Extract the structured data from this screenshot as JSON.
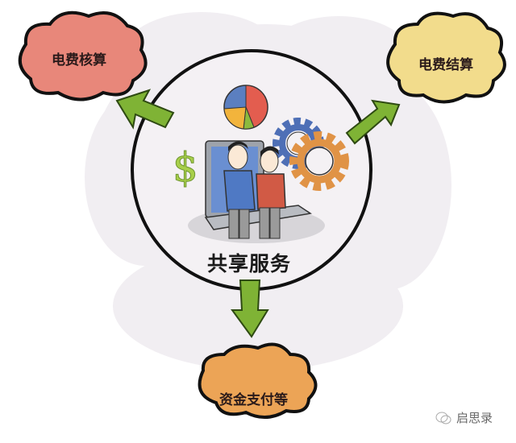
{
  "diagram": {
    "center": {
      "label": "共享服务",
      "icons": [
        "pie-chart-icon",
        "dollar-sign-icon",
        "gears-icon",
        "laptop-icon",
        "two-businessmen-illustration"
      ]
    },
    "nodes": [
      {
        "id": "top-left",
        "label": "电费核算",
        "color": "#e8877a",
        "direction": "up-left"
      },
      {
        "id": "top-right",
        "label": "电费结算",
        "color": "#f2dc8c",
        "direction": "up-right"
      },
      {
        "id": "bottom",
        "label": "资金支付等",
        "color": "#eca456",
        "direction": "down"
      }
    ],
    "arrow_color": "#7fb335",
    "circle_stroke": "#111111",
    "background_blob": "#f1eef2"
  },
  "watermark": {
    "icon": "wechat-icon",
    "text": "启思录"
  }
}
